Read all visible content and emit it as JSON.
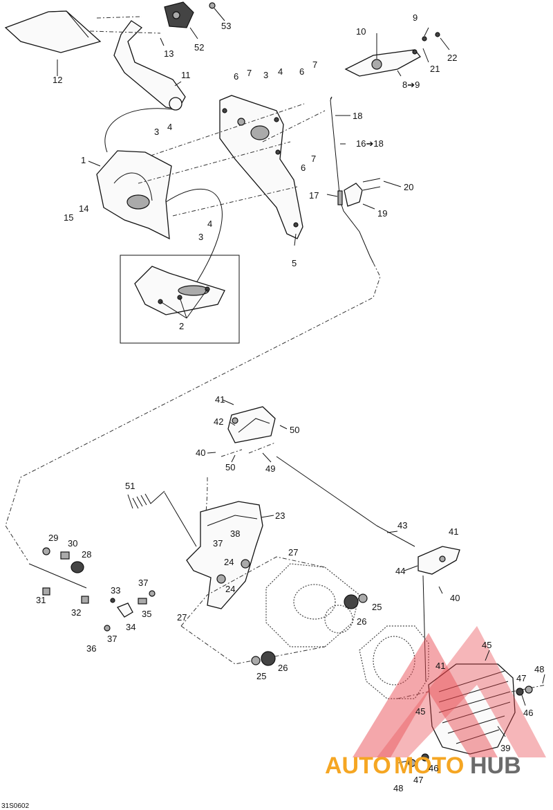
{
  "figure_code": "31S0602",
  "callouts": [
    {
      "id": "c1",
      "text": "1"
    },
    {
      "id": "c2",
      "text": "2"
    },
    {
      "id": "c3a",
      "text": "3"
    },
    {
      "id": "c3b",
      "text": "3"
    },
    {
      "id": "c3c",
      "text": "3"
    },
    {
      "id": "c4a",
      "text": "4"
    },
    {
      "id": "c4b",
      "text": "4"
    },
    {
      "id": "c4c",
      "text": "4"
    },
    {
      "id": "c5",
      "text": "5"
    },
    {
      "id": "c6a",
      "text": "6"
    },
    {
      "id": "c6b",
      "text": "6"
    },
    {
      "id": "c6c",
      "text": "6"
    },
    {
      "id": "c7a",
      "text": "7"
    },
    {
      "id": "c7b",
      "text": "7"
    },
    {
      "id": "c7c",
      "text": "7"
    },
    {
      "id": "c8",
      "text": "8➔9"
    },
    {
      "id": "c9",
      "text": "9"
    },
    {
      "id": "c10",
      "text": "10"
    },
    {
      "id": "c11",
      "text": "11"
    },
    {
      "id": "c12",
      "text": "12"
    },
    {
      "id": "c13",
      "text": "13"
    },
    {
      "id": "c14",
      "text": "14"
    },
    {
      "id": "c15",
      "text": "15"
    },
    {
      "id": "c16",
      "text": "16➔18"
    },
    {
      "id": "c17",
      "text": "17"
    },
    {
      "id": "c18",
      "text": "18"
    },
    {
      "id": "c19",
      "text": "19"
    },
    {
      "id": "c20",
      "text": "20"
    },
    {
      "id": "c21",
      "text": "21"
    },
    {
      "id": "c22",
      "text": "22"
    },
    {
      "id": "c23",
      "text": "23"
    },
    {
      "id": "c24a",
      "text": "24"
    },
    {
      "id": "c24b",
      "text": "24"
    },
    {
      "id": "c25a",
      "text": "25"
    },
    {
      "id": "c25b",
      "text": "25"
    },
    {
      "id": "c26a",
      "text": "26"
    },
    {
      "id": "c26b",
      "text": "26"
    },
    {
      "id": "c27a",
      "text": "27"
    },
    {
      "id": "c27b",
      "text": "27"
    },
    {
      "id": "c28",
      "text": "28"
    },
    {
      "id": "c29",
      "text": "29"
    },
    {
      "id": "c30",
      "text": "30"
    },
    {
      "id": "c31",
      "text": "31"
    },
    {
      "id": "c32",
      "text": "32"
    },
    {
      "id": "c33",
      "text": "33"
    },
    {
      "id": "c34",
      "text": "34"
    },
    {
      "id": "c35",
      "text": "35"
    },
    {
      "id": "c36",
      "text": "36"
    },
    {
      "id": "c37a",
      "text": "37"
    },
    {
      "id": "c37b",
      "text": "37"
    },
    {
      "id": "c37c",
      "text": "37"
    },
    {
      "id": "c38",
      "text": "38"
    },
    {
      "id": "c39",
      "text": "39"
    },
    {
      "id": "c40a",
      "text": "40"
    },
    {
      "id": "c40b",
      "text": "40"
    },
    {
      "id": "c41a",
      "text": "41"
    },
    {
      "id": "c41b",
      "text": "41"
    },
    {
      "id": "c41c",
      "text": "41"
    },
    {
      "id": "c42",
      "text": "42"
    },
    {
      "id": "c43",
      "text": "43"
    },
    {
      "id": "c44",
      "text": "44"
    },
    {
      "id": "c45a",
      "text": "45"
    },
    {
      "id": "c45b",
      "text": "45"
    },
    {
      "id": "c46a",
      "text": "46"
    },
    {
      "id": "c46b",
      "text": "46"
    },
    {
      "id": "c47a",
      "text": "47"
    },
    {
      "id": "c47b",
      "text": "47"
    },
    {
      "id": "c48a",
      "text": "48"
    },
    {
      "id": "c48b",
      "text": "48"
    },
    {
      "id": "c49",
      "text": "49"
    },
    {
      "id": "c50a",
      "text": "50"
    },
    {
      "id": "c50b",
      "text": "50"
    },
    {
      "id": "c51",
      "text": "51"
    },
    {
      "id": "c52",
      "text": "52"
    },
    {
      "id": "c53",
      "text": "53"
    }
  ],
  "watermark": {
    "text_left": "AUTO",
    "text_mid": "MOTO",
    "text_right": "HUB",
    "color_red": "#e8434a",
    "color_orange": "#f5a623",
    "color_gray": "#6b6b6b"
  }
}
